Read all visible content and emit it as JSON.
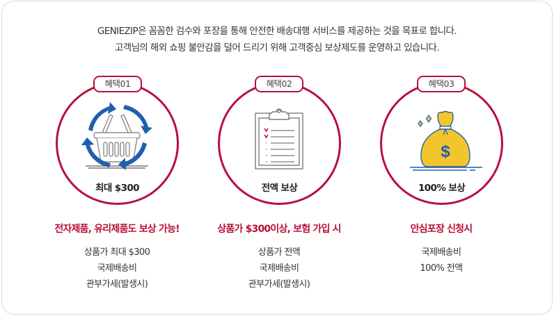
{
  "intro": {
    "line1": "GENIEZIP은 꼼꼼한 검수와 포장을 통해 안전한 배송대행 서비스를 제공하는 것을 목표로 합니다.",
    "line2": "고객님의 해외 쇼핑 불안감을 덜어 드리기 위해 고객중심 보상제도를 운영하고 있습니다."
  },
  "colors": {
    "accent": "#b8103a",
    "icon_blue": "#1f5fad",
    "money_yellow": "#f3c52c",
    "clipboard_gray": "#7a7a7a"
  },
  "benefits": [
    {
      "badge": "혜택01",
      "icon": "basket-recycle-icon",
      "caption": "최대 $300",
      "title": "전자제품, 유리제품도 보상 가능!",
      "details": [
        "상품가 최대 $300",
        "국제배송비",
        "관부가세(발생시)"
      ]
    },
    {
      "badge": "혜택02",
      "icon": "clipboard-checklist-icon",
      "caption": "전액 보상",
      "title": "상품가 $300이상, 보험 가입 시",
      "details": [
        "상품가 전액",
        "국제배송비",
        "관부가세(발생시)"
      ]
    },
    {
      "badge": "혜택03",
      "icon": "money-bag-icon",
      "caption": "100% 보상",
      "title": "안심포장 신청시",
      "details": [
        "국제배송비",
        "100% 전액"
      ]
    }
  ]
}
